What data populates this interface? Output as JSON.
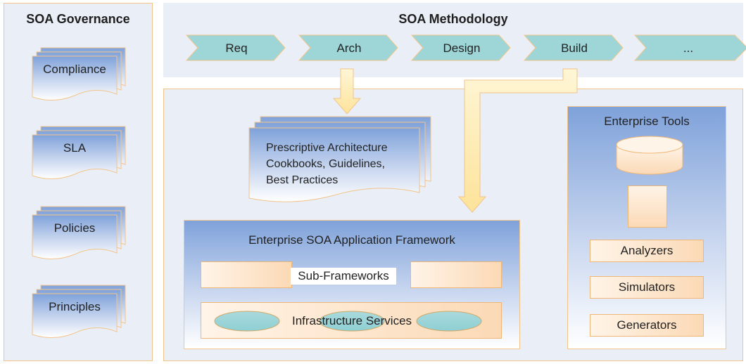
{
  "governance": {
    "title": "SOA Governance",
    "documents": [
      "Compliance",
      "SLA",
      "Policies",
      "Principles"
    ]
  },
  "methodology": {
    "title": "SOA Methodology",
    "steps": [
      "Req",
      "Arch",
      "Design",
      "Build",
      "..."
    ]
  },
  "architecture": {
    "lines": [
      "Prescriptive Architecture",
      "Cookbooks, Guidelines,",
      "Best Practices"
    ]
  },
  "framework": {
    "title": "Enterprise SOA Application Framework",
    "sub_frameworks": "Sub-Frameworks",
    "infrastructure": "Infrastructure Services"
  },
  "tools": {
    "title": "Enterprise Tools",
    "items": [
      "Analyzers",
      "Simulators",
      "Generators"
    ]
  },
  "colors": {
    "panel_bg": "#e9eef7",
    "border": "#f2c48a",
    "chevron": "#9ed6d8",
    "arrow": "#fde9a6",
    "blue_gradient": "#7fa2da"
  }
}
